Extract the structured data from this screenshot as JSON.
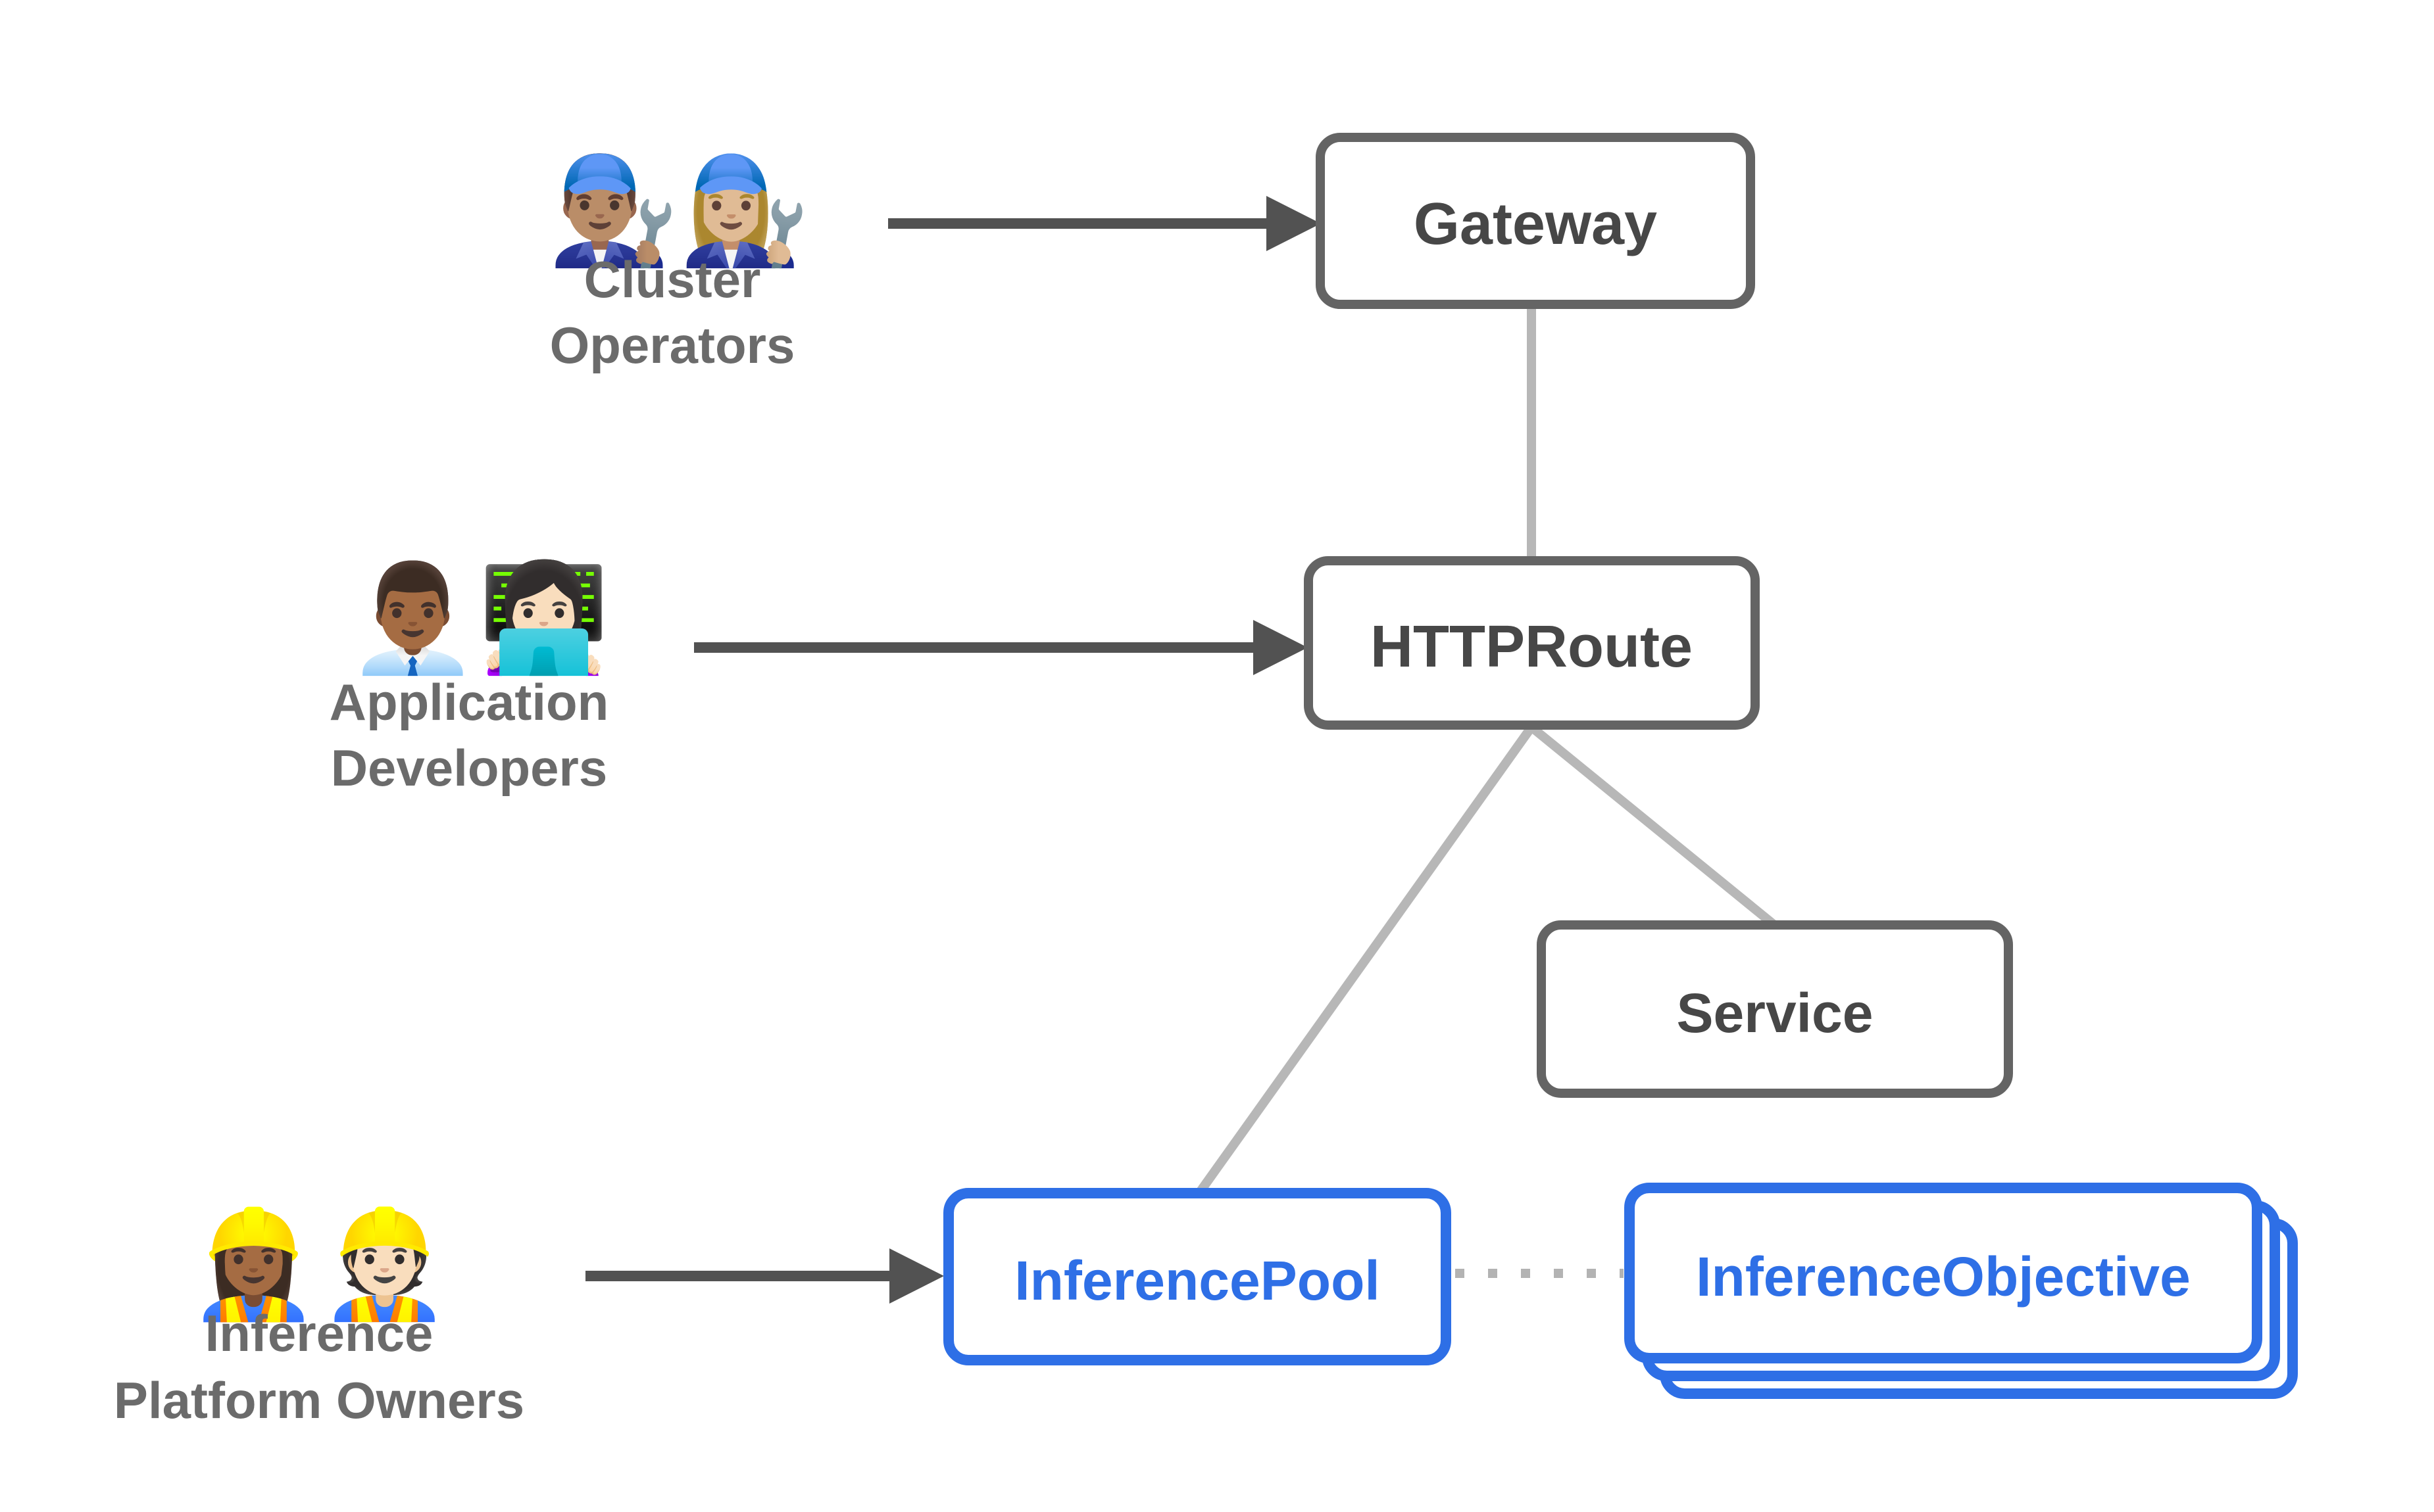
{
  "diagram": {
    "title": "Gateway API inference extension resource model",
    "colors": {
      "background": "#ffffff",
      "box_border_gray": "#646464",
      "box_text_gray": "#474747",
      "actor_label_gray": "#6b6b6b",
      "blue_accent": "#2e6fe6",
      "connector_light_gray": "#b7b7b7",
      "dotted_line_gray": "#b3b3b3",
      "arrow_dark_gray": "#525252"
    },
    "actors": {
      "cluster_operators": {
        "emojis": "👨🏽‍🔧👩🏼‍🔧",
        "line1": "Cluster",
        "line2": "Operators"
      },
      "application_developers": {
        "emojis": "👨🏾‍💼👩🏻‍💻",
        "line1": "Application",
        "line2": "Developers"
      },
      "inference_platform_owners": {
        "emojis": "👷🏾‍♀️👷🏻",
        "line1": "Inference",
        "line2": "Platform Owners"
      }
    },
    "nodes": {
      "gateway": {
        "label": "Gateway"
      },
      "httproute": {
        "label": "HTTPRoute"
      },
      "service": {
        "label": "Service"
      },
      "inference_pool": {
        "label": "InferencePool"
      },
      "inference_objective": {
        "label": "InferenceObjective"
      }
    }
  }
}
